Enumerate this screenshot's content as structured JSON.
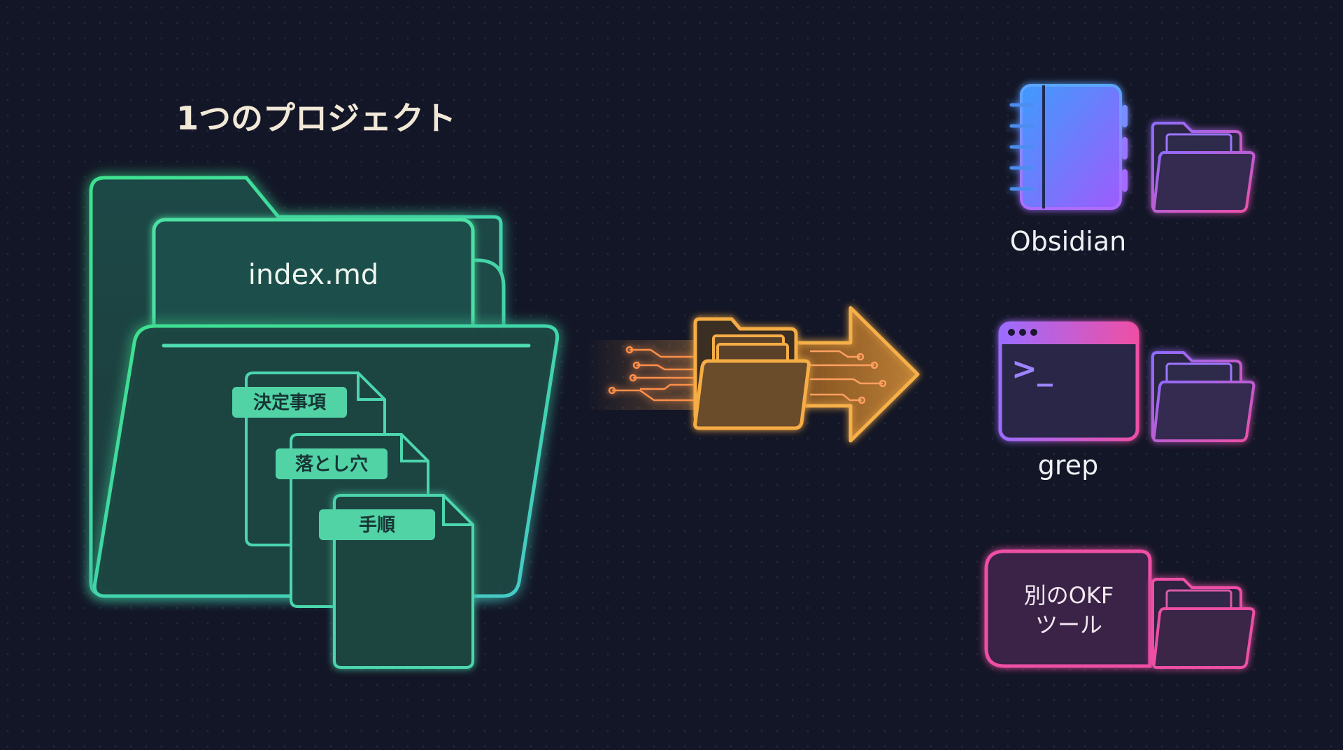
{
  "project": {
    "title": "1つのプロジェクト",
    "index_file": "index.md",
    "docs": [
      "決定事項",
      "落とし穴",
      "手順"
    ]
  },
  "tools": {
    "obsidian_label": "Obsidian",
    "grep_label": "grep",
    "terminal_prompt": ">_",
    "okf_label_line1": "別のOKF",
    "okf_label_line2": "ツール"
  },
  "colors": {
    "background": "#131626",
    "project_green": "#52e6a6",
    "transfer_orange": "#f2a24a",
    "tool_blue": "#4da6ff",
    "tool_purple": "#a66cff",
    "tool_pink": "#ee4fa5"
  }
}
